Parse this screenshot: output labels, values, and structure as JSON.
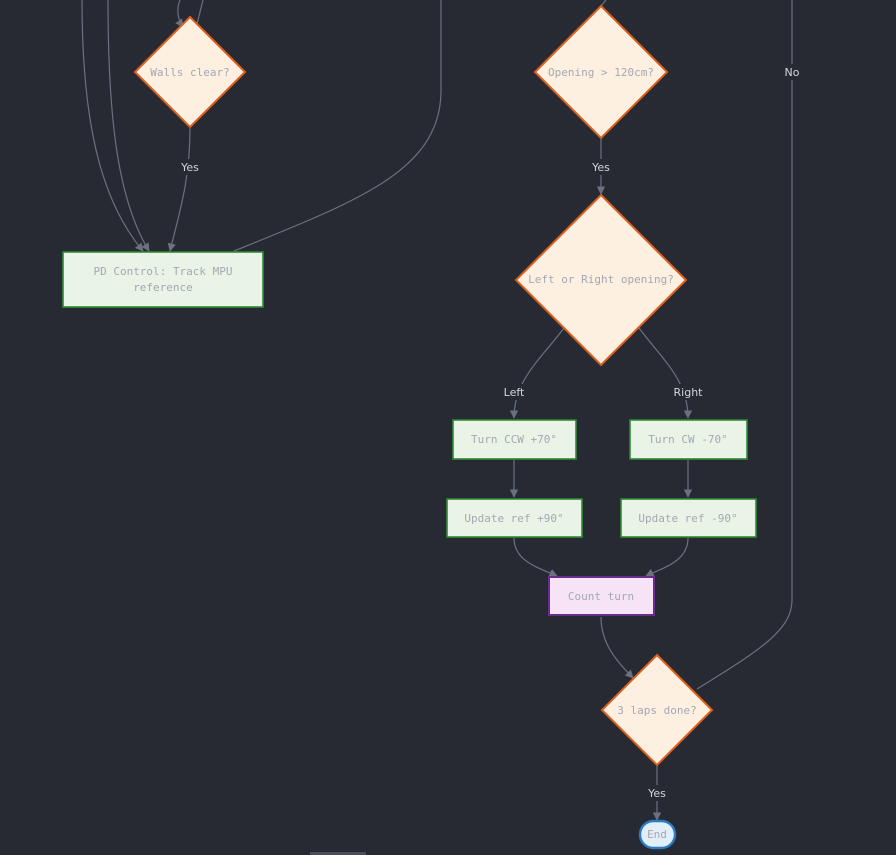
{
  "nodes": {
    "walls_clear": "Walls clear?",
    "pd_control_line1": "PD Control: Track MPU",
    "pd_control_line2": "reference",
    "opening_check": "Opening > 120cm?",
    "left_or_right": "Left or Right opening?",
    "turn_ccw": "Turn CCW +70°",
    "turn_cw": "Turn CW -70°",
    "update_ref_plus": "Update ref +90°",
    "update_ref_minus": "Update ref -90°",
    "count_turn": "Count turn",
    "laps_done": "3 laps done?",
    "end": "End"
  },
  "edge_labels": {
    "walls_yes": "Yes",
    "opening_yes": "Yes",
    "left": "Left",
    "right": "Right",
    "laps_yes": "Yes",
    "laps_no": "No"
  },
  "colors": {
    "background": "#272a33",
    "edge": "#6b7180",
    "decision_fill": "#fdf0e0",
    "decision_stroke": "#d9601e",
    "process_fill": "#e9f4e6",
    "process_stroke": "#2f8a35",
    "counter_fill": "#f6e4f6",
    "counter_stroke": "#6a2c8e",
    "terminal_fill": "#e2eef8",
    "terminal_stroke": "#2a7bc2"
  }
}
